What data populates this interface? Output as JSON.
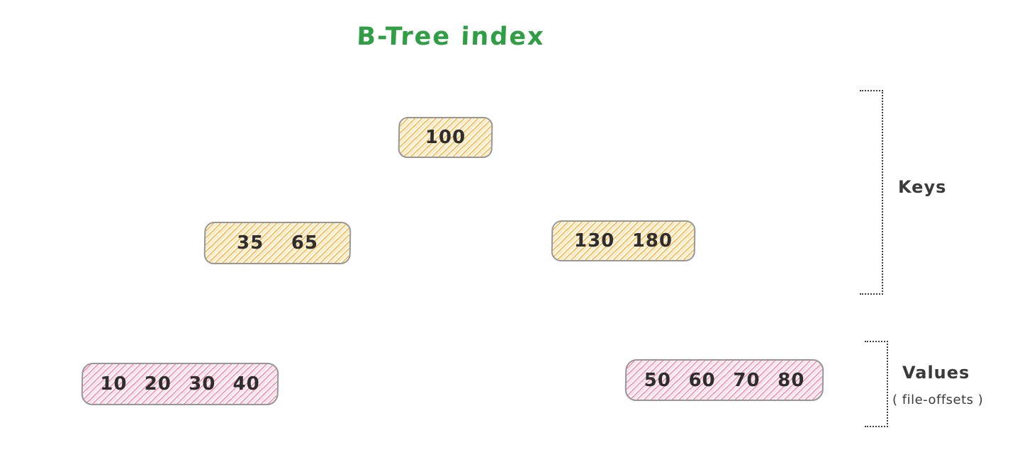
{
  "title": "B-Tree index",
  "tree": {
    "root": {
      "keys": [
        "100"
      ]
    },
    "internal_left": {
      "keys": [
        "35",
        "65"
      ]
    },
    "internal_right": {
      "keys": [
        "130",
        "180"
      ]
    },
    "leaf_left": {
      "values": [
        "10",
        "20",
        "30",
        "40"
      ]
    },
    "leaf_right": {
      "values": [
        "50",
        "60",
        "70",
        "80"
      ]
    }
  },
  "annotations": {
    "keys_label": "Keys",
    "values_label": "Values",
    "values_note": "( file-offsets )"
  },
  "colors": {
    "title_green": "#2f9e44",
    "key_node_hatch_orange": "#f5b84f",
    "value_node_hatch_pink": "#f094b2",
    "node_border_gray": "#979797",
    "node_text": "#2e2e2e",
    "annotation_text": "#3a3a3a",
    "background": "#ffffff"
  }
}
